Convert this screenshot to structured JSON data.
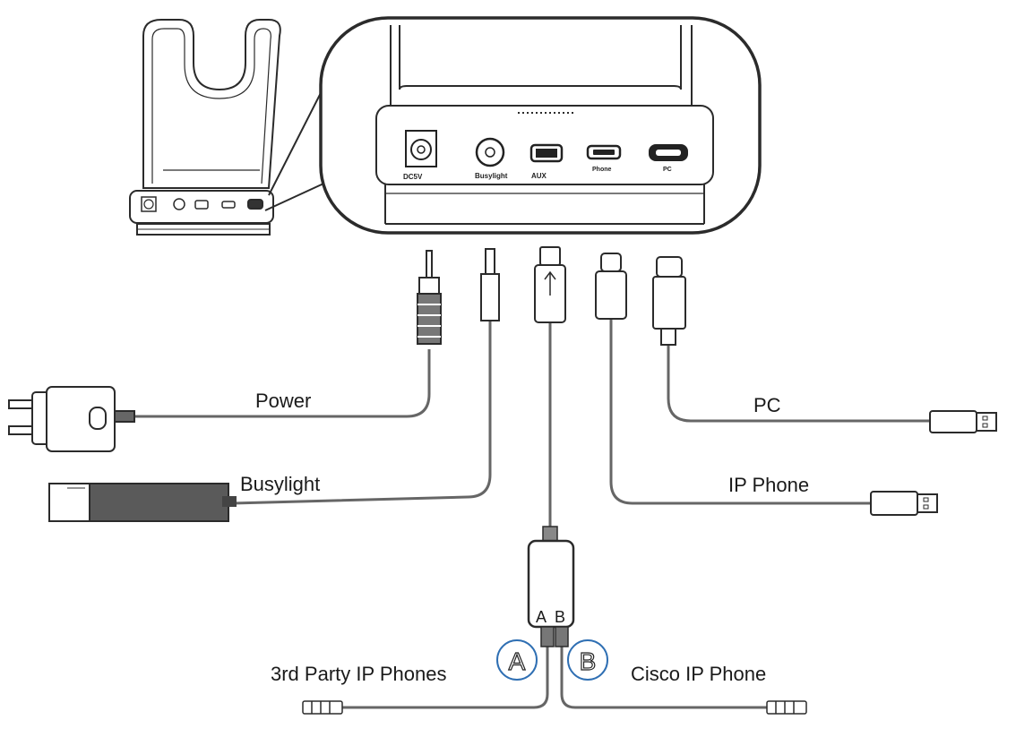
{
  "labels": {
    "power": "Power",
    "pc": "PC",
    "busylight": "Busylight",
    "ip_phone": "IP Phone",
    "third_party": "3rd Party IP Phones",
    "cisco": "Cisco IP Phone",
    "hub_a": "A",
    "hub_b": "B",
    "circle_a": "A",
    "circle_b": "B"
  },
  "ports": {
    "dc": "DC5V",
    "busylight": "Busylight",
    "aux": "AUX",
    "phone": "Phone",
    "pc": "PC"
  },
  "colors": {
    "line": "#2b2b2b",
    "cable": "#555555",
    "busylight_body": "#5a5a5a",
    "circle_stroke": "#2f6fb3"
  }
}
